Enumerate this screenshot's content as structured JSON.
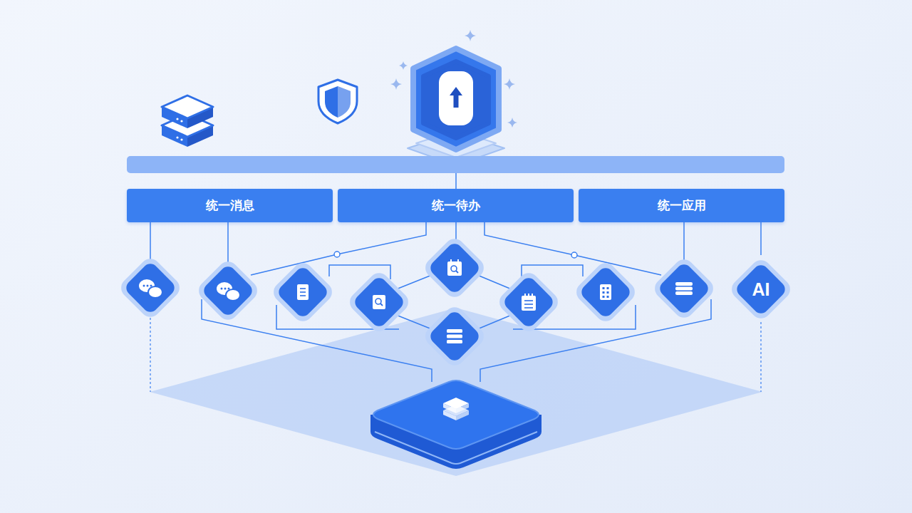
{
  "diagram": {
    "nodes": [
      {
        "text": [
          "统一消息"
        ]
      },
      {
        "text": [
          "统一待办"
        ]
      },
      {
        "text": [
          "统一应用"
        ]
      },
      {
        "text": [
          "AI"
        ]
      }
    ],
    "edges": [
      {
        "from": 2,
        "to": 3,
        "arrow": "none"
      }
    ]
  }
}
